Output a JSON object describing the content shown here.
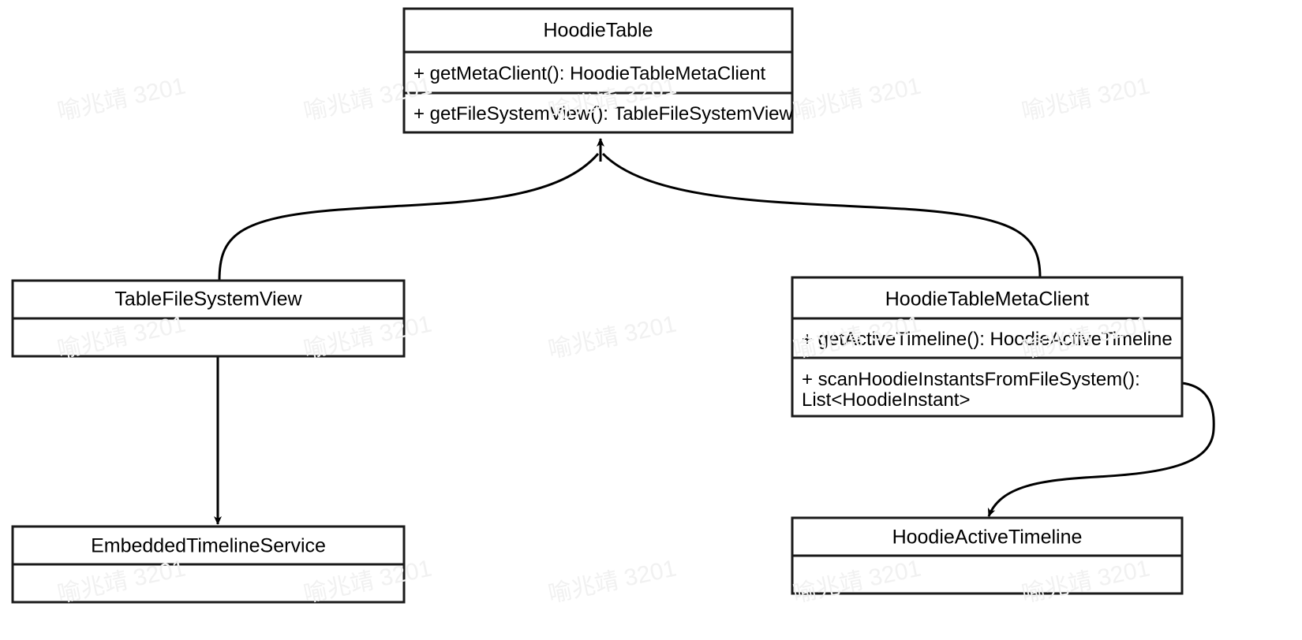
{
  "diagram": {
    "kind": "uml-class-diagram",
    "watermark_text": "喻兆靖 3201",
    "line_color": "#000000",
    "box_fill": "#ffffff",
    "box_stroke": "#1a1a1a",
    "classes": [
      {
        "id": "hoodie-table",
        "name": "HoodieTable",
        "members": [
          "+ getMetaClient(): HoodieTableMetaClient",
          "+ getFileSystemView(): TableFileSystemView"
        ]
      },
      {
        "id": "table-file-system-view",
        "name": "TableFileSystemView",
        "members": []
      },
      {
        "id": "hoodie-table-meta-client",
        "name": "HoodieTableMetaClient",
        "members": [
          "+ getActiveTimeline(): HoodieActiveTimeline",
          "+ scanHoodieInstantsFromFileSystem():",
          "List<HoodieInstant>"
        ]
      },
      {
        "id": "embedded-timeline-service",
        "name": "EmbeddedTimelineService",
        "members": []
      },
      {
        "id": "hoodie-active-timeline",
        "name": "HoodieActiveTimeline",
        "members": []
      }
    ],
    "edges": [
      {
        "id": "edge-tfsv-to-hoodietable",
        "from": "TableFileSystemView",
        "to": "HoodieTable",
        "arrow": "open-target"
      },
      {
        "id": "edge-metaclient-to-hoodietable",
        "from": "HoodieTableMetaClient",
        "to": "HoodieTable",
        "arrow": "open-target"
      },
      {
        "id": "edge-tfsv-to-embedded",
        "from": "TableFileSystemView",
        "to": "EmbeddedTimelineService",
        "arrow": "open-target"
      },
      {
        "id": "edge-metaclient-to-activetimeline",
        "from": "HoodieTableMetaClient",
        "to": "HoodieActiveTimeline",
        "arrow": "open-target"
      }
    ]
  }
}
